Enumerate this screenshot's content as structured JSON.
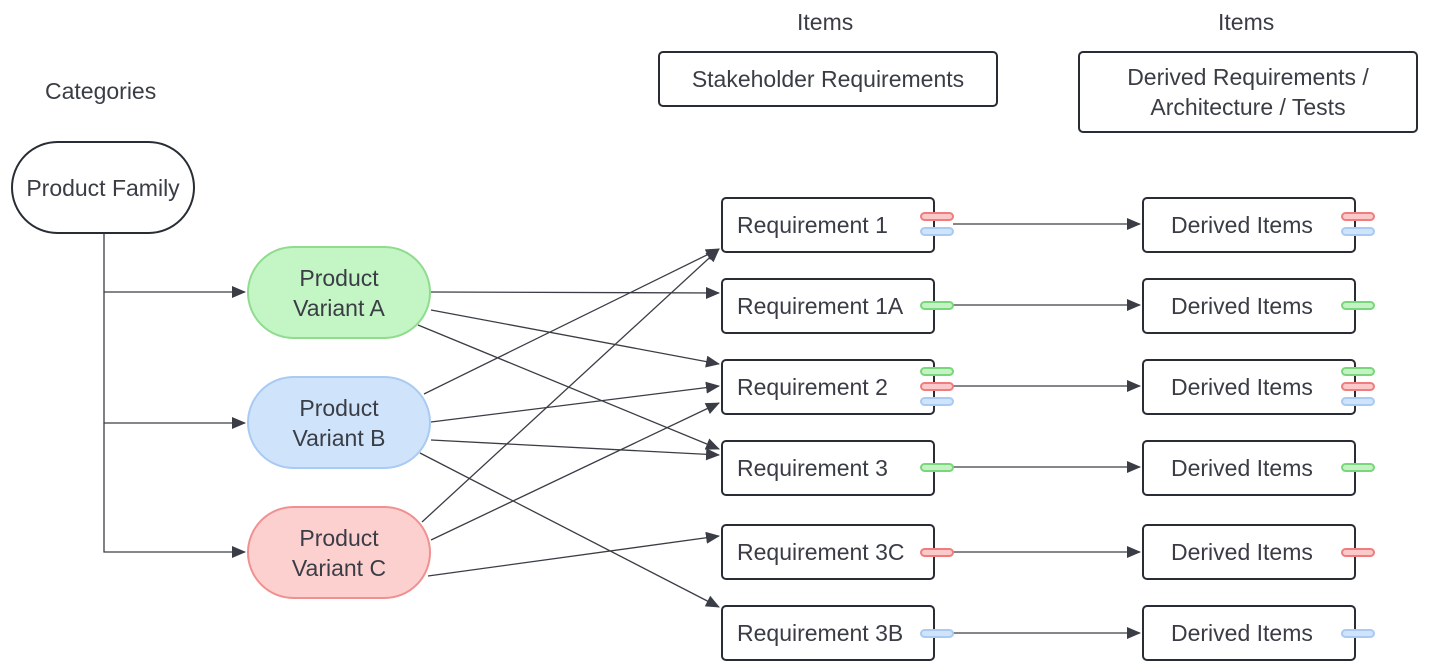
{
  "headers": {
    "categories": "Categories",
    "items_stakeholder": "Items",
    "items_derived": "Items"
  },
  "columns": {
    "stakeholder": "Stakeholder Requirements",
    "derived_line1": "Derived Requirements /",
    "derived_line2": "Architecture / Tests"
  },
  "family": "Product Family",
  "variants": [
    {
      "line1": "Product",
      "line2": "Variant A",
      "fill": "#c4f5c4",
      "stroke": "#8fdc8f"
    },
    {
      "line1": "Product",
      "line2": "Variant B",
      "fill": "#cfe3fb",
      "stroke": "#a9caf2"
    },
    {
      "line1": "Product",
      "line2": "Variant C",
      "fill": "#fdd0d0",
      "stroke": "#f09090"
    }
  ],
  "requirements": [
    {
      "label": "Requirement 1",
      "tags": [
        "red",
        "blue"
      ]
    },
    {
      "label": "Requirement 1A",
      "tags": [
        "green"
      ]
    },
    {
      "label": "Requirement 2",
      "tags": [
        "green",
        "red",
        "blue"
      ]
    },
    {
      "label": "Requirement 3",
      "tags": [
        "green"
      ]
    },
    {
      "label": "Requirement 3C",
      "tags": [
        "red"
      ]
    },
    {
      "label": "Requirement 3B",
      "tags": [
        "blue"
      ]
    }
  ],
  "derived": [
    {
      "label": "Derived Items",
      "tags": [
        "red",
        "blue"
      ]
    },
    {
      "label": "Derived Items",
      "tags": [
        "green"
      ]
    },
    {
      "label": "Derived Items",
      "tags": [
        "green",
        "red",
        "blue"
      ]
    },
    {
      "label": "Derived Items",
      "tags": [
        "green"
      ]
    },
    {
      "label": "Derived Items",
      "tags": [
        "red"
      ]
    },
    {
      "label": "Derived Items",
      "tags": [
        "blue"
      ]
    }
  ],
  "links": [
    {
      "from": "A",
      "to": "1A"
    },
    {
      "from": "A",
      "to": "2"
    },
    {
      "from": "A",
      "to": "3"
    },
    {
      "from": "B",
      "to": "1"
    },
    {
      "from": "B",
      "to": "2"
    },
    {
      "from": "B",
      "to": "3"
    },
    {
      "from": "B",
      "to": "3B"
    },
    {
      "from": "C",
      "to": "1"
    },
    {
      "from": "C",
      "to": "2"
    },
    {
      "from": "C",
      "to": "3C"
    }
  ],
  "colors": {
    "line": "#3a3d45",
    "border": "#282c34"
  }
}
